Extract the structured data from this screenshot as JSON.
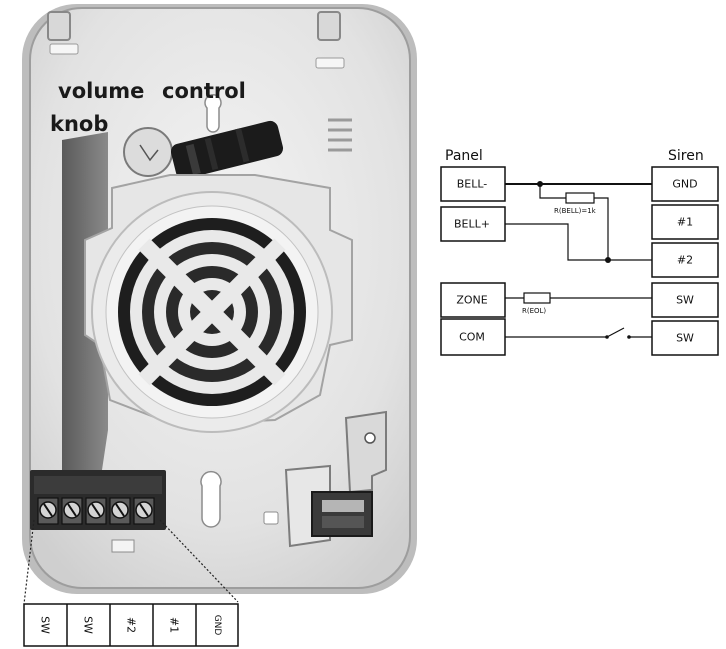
{
  "device_photo": {
    "labels": {
      "volume": "volume",
      "control": "control",
      "knob": "knob"
    },
    "terminal_legend": [
      "SW",
      "SW",
      "#2",
      "#1",
      "GND"
    ]
  },
  "wiring": {
    "panel_header": "Panel",
    "siren_header": "Siren",
    "panel_terminals": [
      "BELL-",
      "BELL+",
      "ZONE",
      "COM"
    ],
    "siren_terminals": [
      "GND",
      "#1",
      "#2",
      "SW",
      "SW"
    ],
    "resistor_bell": "R(BELL)=1k",
    "resistor_eol": "R(EOL)"
  }
}
